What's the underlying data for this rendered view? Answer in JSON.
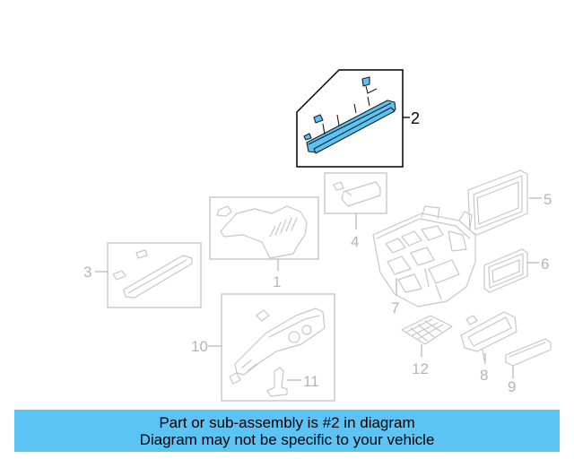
{
  "diagram": {
    "callouts": [
      "1",
      "2",
      "3",
      "4",
      "5",
      "6",
      "7",
      "8",
      "9",
      "10",
      "11",
      "12"
    ],
    "highlighted_part": "2",
    "colors": {
      "highlight": "#5bc4f5",
      "parts": "#c7c7c7",
      "labels": "#b5b5b5"
    }
  },
  "banner": {
    "line1": "Part or sub-assembly is #2 in diagram",
    "line2": "Diagram may not be specific to your vehicle"
  }
}
